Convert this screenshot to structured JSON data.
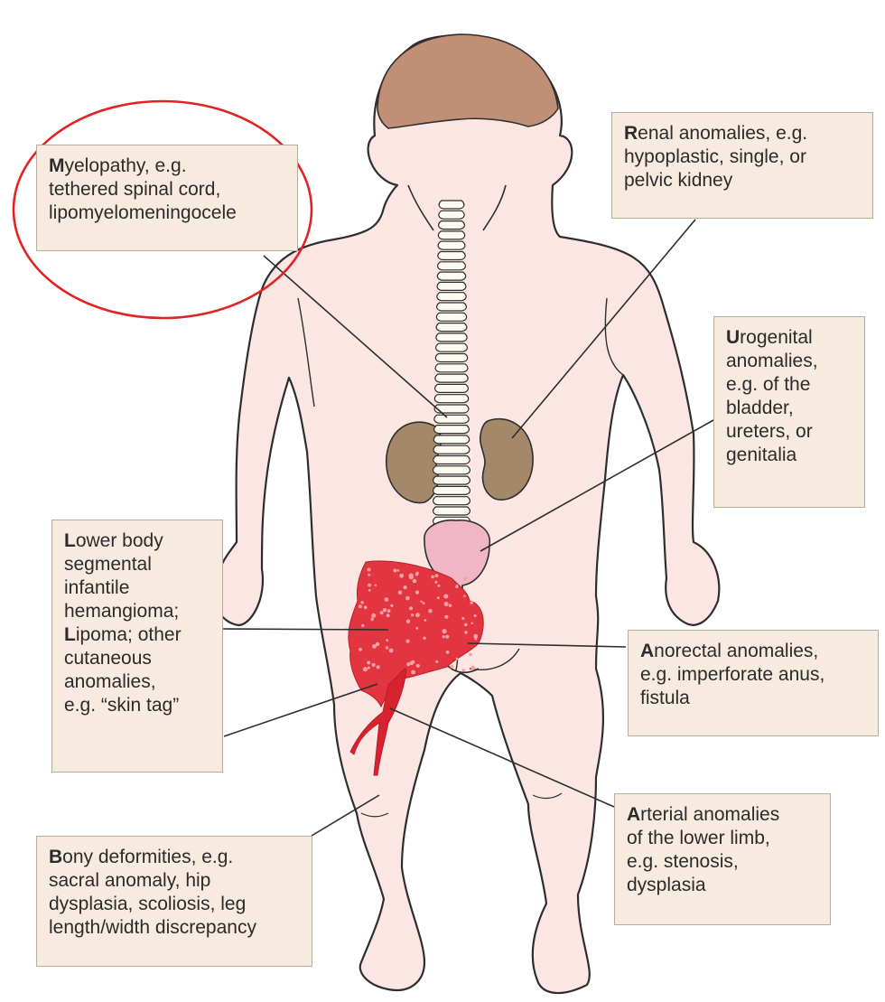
{
  "boxes": {
    "myelopathy": {
      "lines": [
        {
          "lead": "M",
          "rest": "yelopathy, e.g."
        },
        {
          "lead": "",
          "rest": "tethered spinal cord,"
        },
        {
          "lead": "",
          "rest": "lipomyelomeningocele"
        }
      ]
    },
    "renal": {
      "lines": [
        {
          "lead": "R",
          "rest": "enal anomalies, e.g."
        },
        {
          "lead": "",
          "rest": "hypoplastic, single, or"
        },
        {
          "lead": "",
          "rest": "pelvic kidney"
        }
      ]
    },
    "urogenital": {
      "lines": [
        {
          "lead": "U",
          "rest": "rogenital"
        },
        {
          "lead": "",
          "rest": "anomalies,"
        },
        {
          "lead": "",
          "rest": "e.g. of the"
        },
        {
          "lead": "",
          "rest": "bladder,"
        },
        {
          "lead": "",
          "rest": "ureters, or"
        },
        {
          "lead": "",
          "rest": "genitalia"
        }
      ]
    },
    "lower_body": {
      "lines": [
        {
          "lead": "L",
          "rest": "ower body"
        },
        {
          "lead": "",
          "rest": "segmental"
        },
        {
          "lead": "",
          "rest": "infantile"
        },
        {
          "lead": "",
          "rest": "hemangioma;"
        },
        {
          "lead": "L",
          "rest": "ipoma; other"
        },
        {
          "lead": "",
          "rest": "cutaneous"
        },
        {
          "lead": "",
          "rest": "anomalies,"
        },
        {
          "lead": "",
          "rest": "e.g. “skin tag”"
        }
      ]
    },
    "anorectal": {
      "lines": [
        {
          "lead": "A",
          "rest": "norectal anomalies,"
        },
        {
          "lead": "",
          "rest": "e.g. imperforate anus,"
        },
        {
          "lead": "",
          "rest": "fistula"
        }
      ]
    },
    "arterial": {
      "lines": [
        {
          "lead": "A",
          "rest": "rterial anomalies"
        },
        {
          "lead": "",
          "rest": "of the lower limb,"
        },
        {
          "lead": "",
          "rest": "e.g. stenosis,"
        },
        {
          "lead": "",
          "rest": "dysplasia"
        }
      ]
    },
    "bony": {
      "lines": [
        {
          "lead": "B",
          "rest": "ony deformities, e.g."
        },
        {
          "lead": "",
          "rest": "sacral anomaly, hip"
        },
        {
          "lead": "",
          "rest": "dysplasia, scoliosis, leg"
        },
        {
          "lead": "",
          "rest": "length/width discrepancy"
        }
      ]
    }
  },
  "colors": {
    "skin": "#fbe6e3",
    "outline": "#2e2e2e",
    "hair": "#c08f75",
    "kidney": "#a48869",
    "bladder": "#f0b6c6",
    "vertebra": "#fbfaf1",
    "hemangioma": "#e23540",
    "artery": "#d8232e",
    "box_fill": "#f7ebe0",
    "box_border": "#b9ab9c",
    "highlight": "#e02424"
  }
}
